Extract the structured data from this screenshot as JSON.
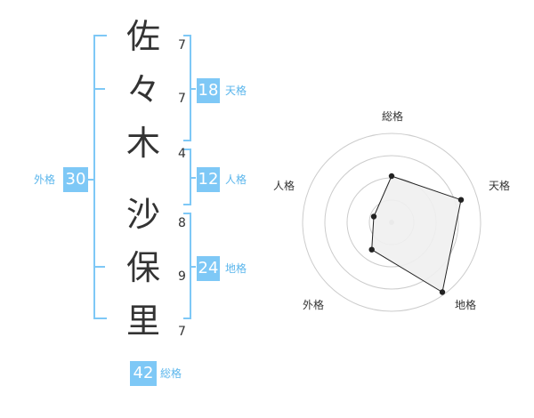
{
  "colors": {
    "accent": "#7ec8f6",
    "label": "#5bb6ec",
    "text": "#333333",
    "bracket": "#7ec8f6",
    "radar_fill": "#efefef",
    "radar_line": "#222222",
    "grid": "#cccccc"
  },
  "name": {
    "characters": [
      {
        "char": "佐",
        "strokes": "7"
      },
      {
        "char": "々",
        "strokes": "7"
      },
      {
        "char": "木",
        "strokes": "4"
      },
      {
        "char": "沙",
        "strokes": "8"
      },
      {
        "char": "保",
        "strokes": "9"
      },
      {
        "char": "里",
        "strokes": "7"
      }
    ]
  },
  "scores": {
    "tenkaku": {
      "value": "18",
      "label": "天格"
    },
    "jinkaku": {
      "value": "12",
      "label": "人格"
    },
    "chikaku": {
      "value": "24",
      "label": "地格"
    },
    "gaikaku": {
      "value": "30",
      "label": "外格"
    },
    "soukaku": {
      "value": "42",
      "label": "総格"
    }
  },
  "radar": {
    "labels": {
      "top": "総格",
      "right": "天格",
      "bottom_right": "地格",
      "bottom_left": "外格",
      "left": "人格"
    },
    "levels": 4,
    "values": {
      "soukaku": 0.52,
      "tenkaku": 0.82,
      "chikaku": 0.97,
      "gaikaku": 0.38,
      "jinkaku": 0.21
    }
  }
}
